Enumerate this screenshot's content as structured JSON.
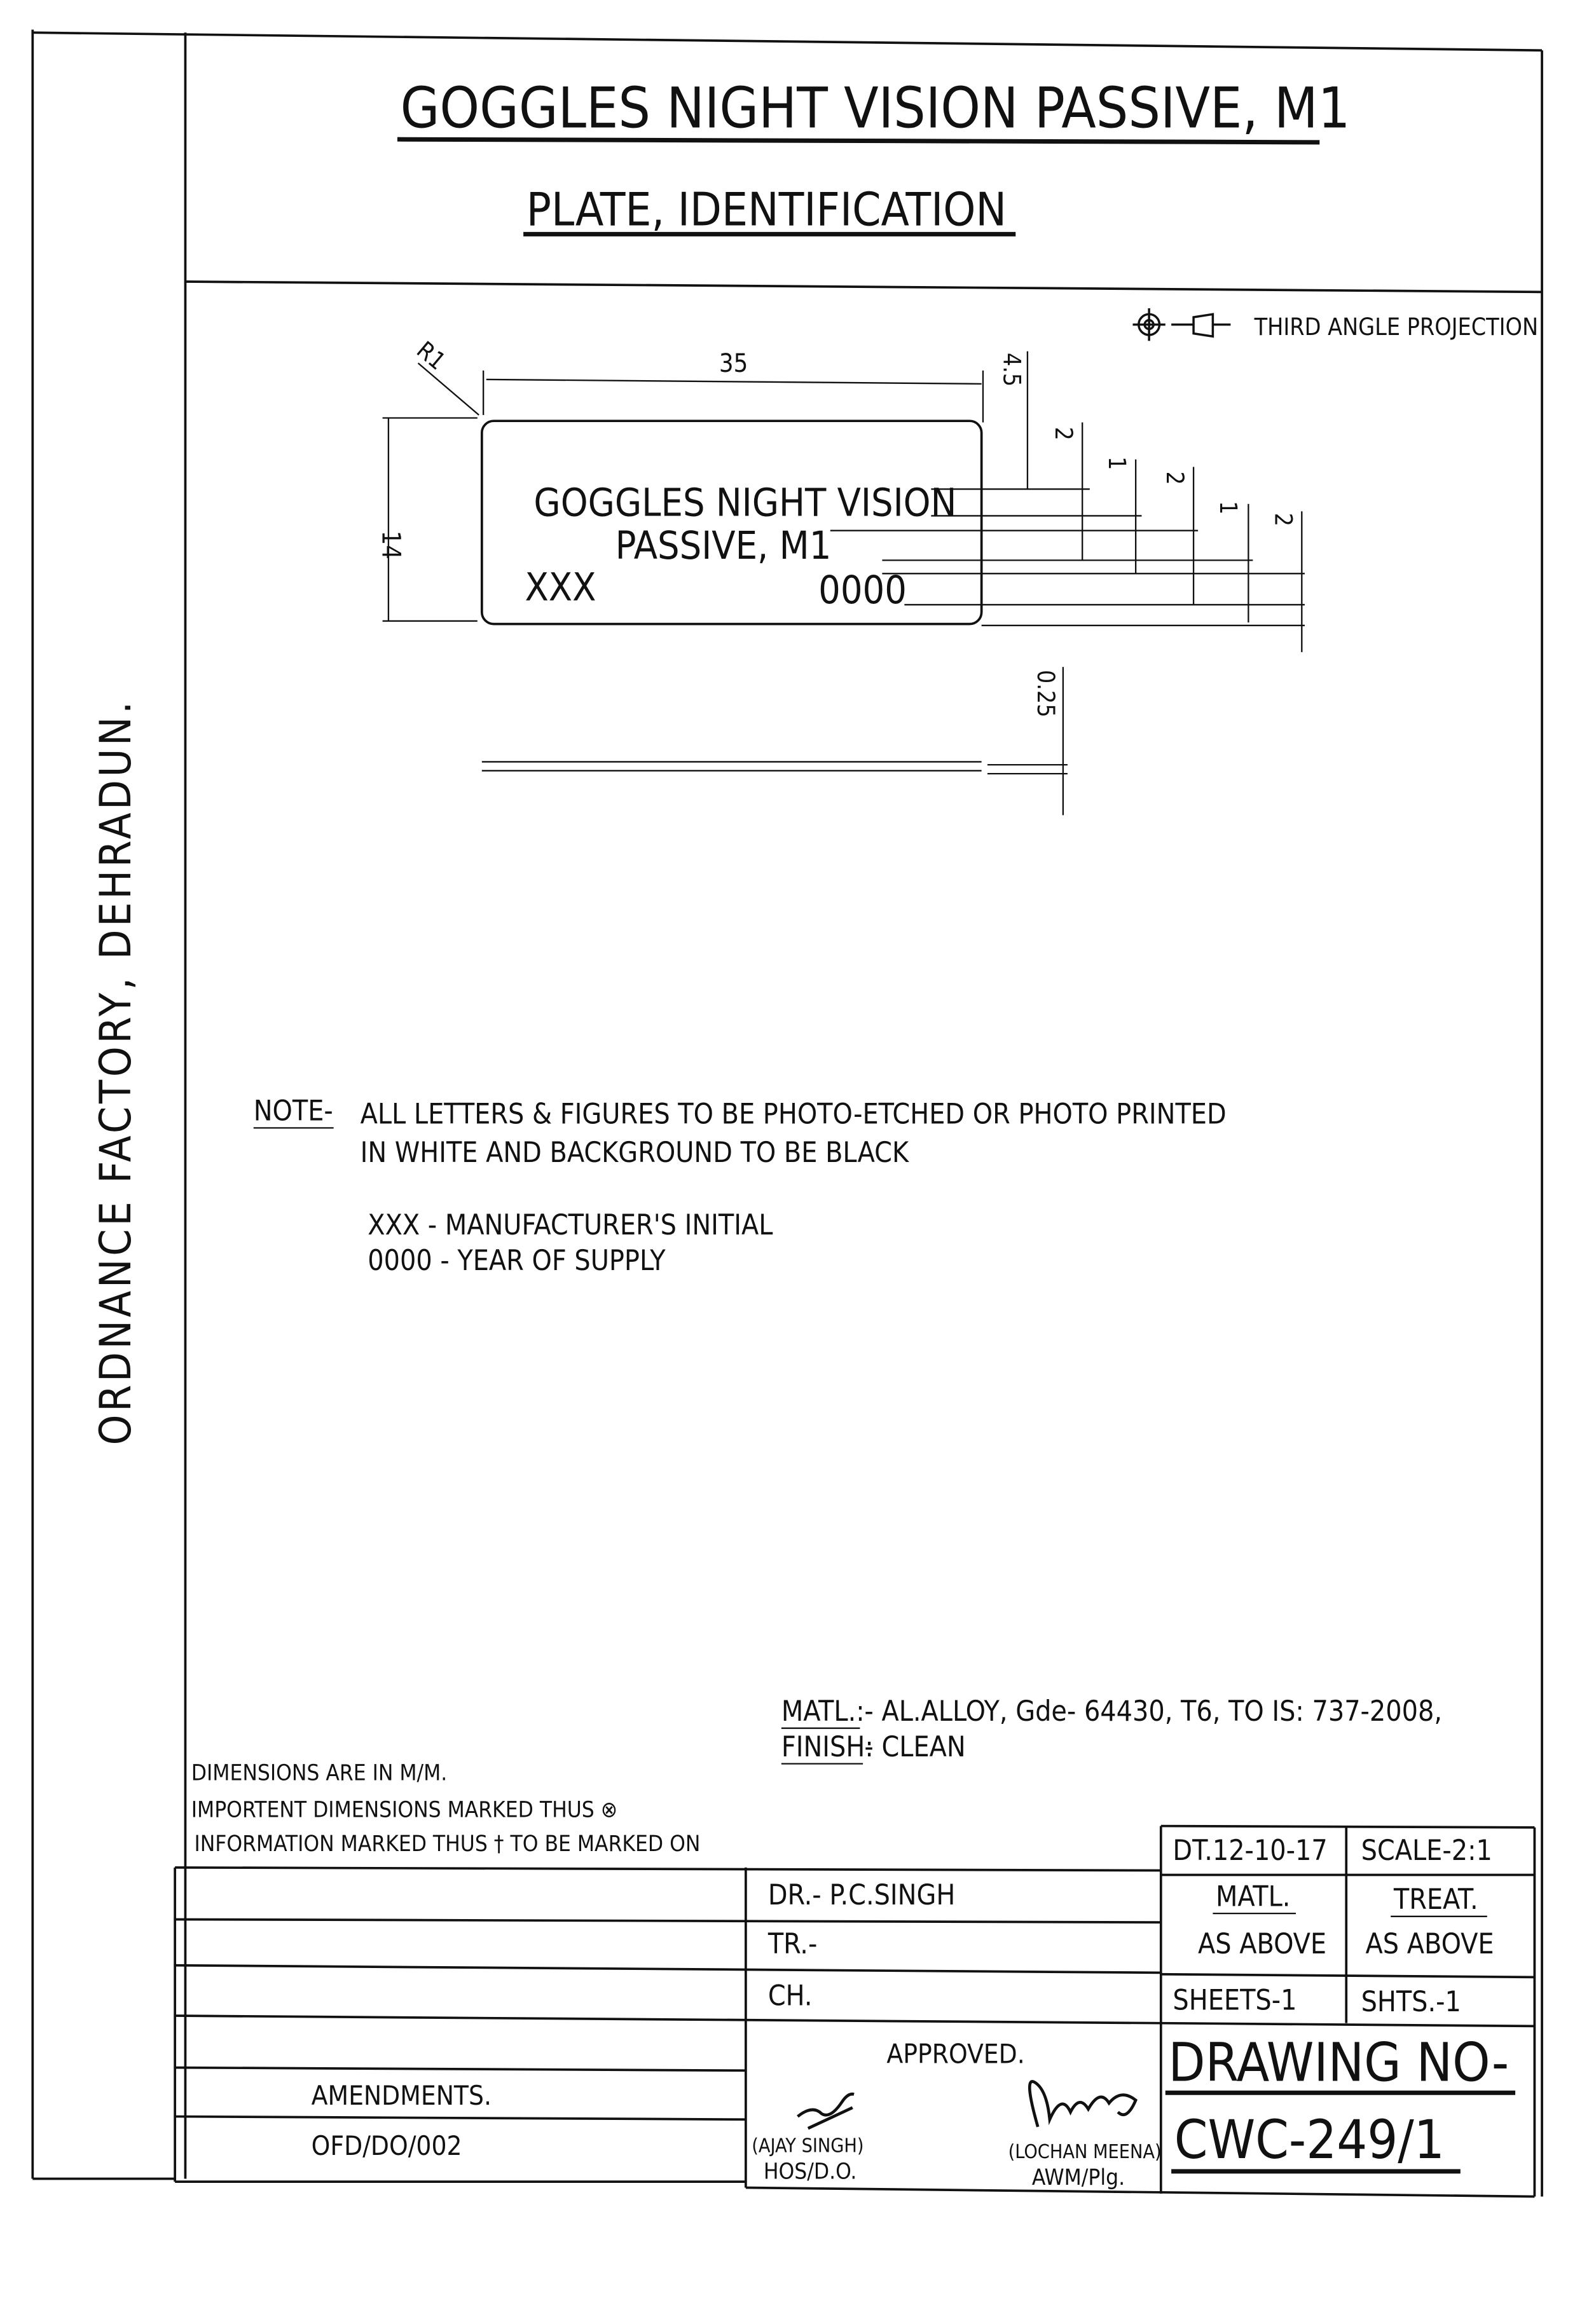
{
  "title": "GOGGLES NIGHT VISION PASSIVE, M1",
  "subtitle": "PLATE, IDENTIFICATION",
  "side_label": "ORDNANCE FACTORY, DEHRADUN.",
  "projection": "THIRD ANGLE PROJECTION",
  "drawing": {
    "plate_line1": "GOGGLES NIGHT VISION",
    "plate_line2": "PASSIVE, M1",
    "plate_code": "XXX",
    "plate_year": "0000",
    "dims": {
      "width": "35",
      "height": "14",
      "radius": "R1",
      "top": "4.5",
      "d1": "2",
      "d2": "1",
      "d3": "2",
      "d4": "1",
      "d5": "2",
      "thickness": "0.25"
    }
  },
  "note": {
    "label": "NOTE-",
    "line1": "ALL LETTERS & FIGURES TO BE PHOTO-ETCHED OR PHOTO PRINTED",
    "line2": "IN WHITE AND BACKGROUND TO BE BLACK",
    "line3": "XXX - MANUFACTURER'S INITIAL",
    "line4": "0000 - YEAR OF SUPPLY"
  },
  "material": {
    "label": "MATL.:",
    "value": "- AL.ALLOY, Gde- 64430, T6, TO IS: 737-2008,",
    "finish_label": "FINISH:",
    "finish_value": "- CLEAN"
  },
  "general_notes": [
    "DIMENSIONS ARE IN M/M.",
    "IMPORTENT DIMENSIONS MARKED THUS ⊗",
    "INFORMATION MARKED THUS † TO BE MARKED ON"
  ],
  "title_block": {
    "date": "DT.12-10-17",
    "scale": "SCALE-2:1",
    "drawn": "DR.- P.C.SINGH",
    "traced": "TR.-",
    "checked": "CH.",
    "matl_label": "MATL.",
    "matl_value": "AS ABOVE",
    "treat_label": "TREAT.",
    "treat_value": "AS ABOVE",
    "sheets": "SHEETS-1",
    "shts": "SHTS.-1",
    "approved": "APPROVED.",
    "signer1_name": "(AJAY SINGH)",
    "signer1_role": "HOS/D.O.",
    "signer2_name": "(LOCHAN MEENA)",
    "signer2_role": "AWM/Plg.",
    "drawing_no_label": "DRAWING NO-",
    "drawing_no": "CWC-249/1",
    "amendments": "AMENDMENTS.",
    "amend_ref": "OFD/DO/002"
  }
}
